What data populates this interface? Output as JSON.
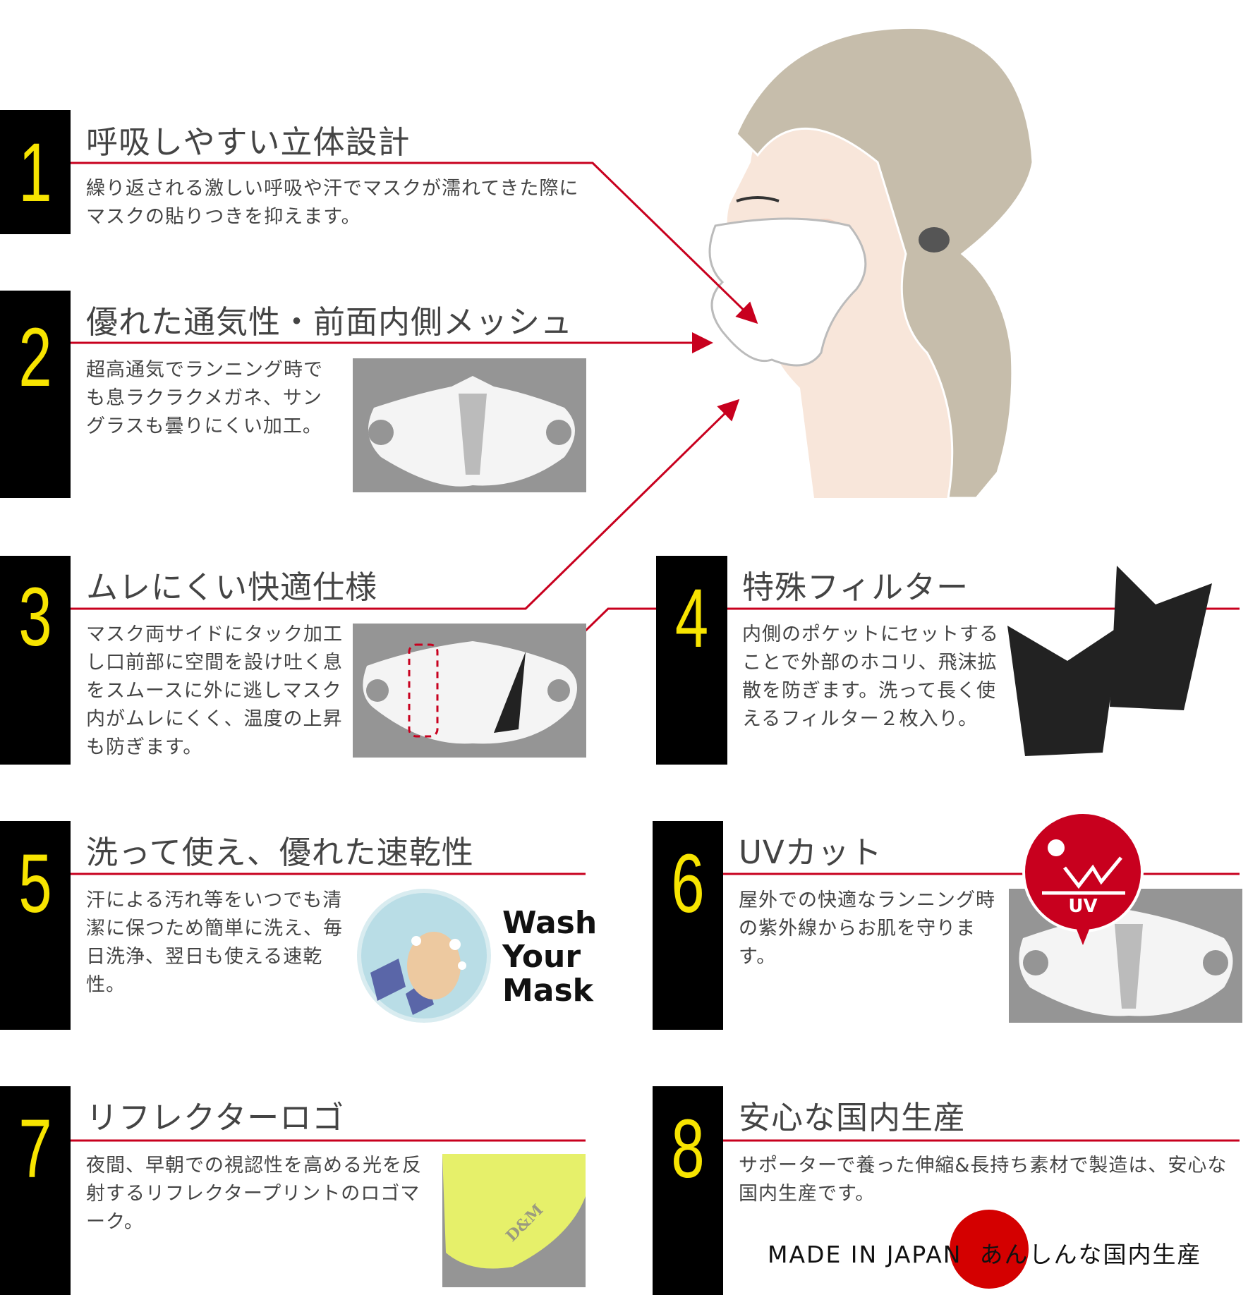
{
  "colors": {
    "accent_red": "#c8001e",
    "number_yellow": "#f7e400",
    "photo_bg": "#959595"
  },
  "features": [
    {
      "number": "1",
      "title": "呼吸しやすい立体設計",
      "body": "繰り返される激しい呼吸や汗でマスクが濡れてきた際にマスクの貼りつきを抑えます。"
    },
    {
      "number": "2",
      "title": "優れた通気性・前面内側メッシュ",
      "body": "超高通気でランニング時でも息ラクラクメガネ、サングラスも曇りにくい加工。"
    },
    {
      "number": "3",
      "title": "ムレにくい快適仕様",
      "body": "マスク両サイドにタック加工し口前部に空間を設け吐く息をスムースに外に逃しマスク内がムレにくく、温度の上昇も防ぎます。"
    },
    {
      "number": "4",
      "title": "特殊フィルター",
      "body": "内側のポケットにセットすることで外部のホコリ、飛沫拡散を防ぎます。洗って長く使えるフィルター２枚入り。"
    },
    {
      "number": "5",
      "title": "洗って使え、優れた速乾性",
      "body": "汗による汚れ等をいつでも清潔に保つため簡単に洗え、毎日洗浄、翌日も使える速乾性。",
      "badge": [
        "Wash",
        "Your",
        "Mask"
      ]
    },
    {
      "number": "6",
      "title": "UVカット",
      "body": "屋外での快適なランニング時の紫外線からお肌を守ります。",
      "badge": "UV"
    },
    {
      "number": "7",
      "title": "リフレクターロゴ",
      "body": "夜間、早朝での視認性を高める光を反射するリフレクタープリントのロゴマーク。"
    },
    {
      "number": "8",
      "title": "安心な国内生産",
      "body": "サポーターで養った伸縮&長持ち素材で製造は、安心な国内生産です。",
      "made_in_japan": "MADE IN JAPAN",
      "made_in_japan_jp": "あんしんな国内生産"
    }
  ],
  "brand_logo": "D&M"
}
